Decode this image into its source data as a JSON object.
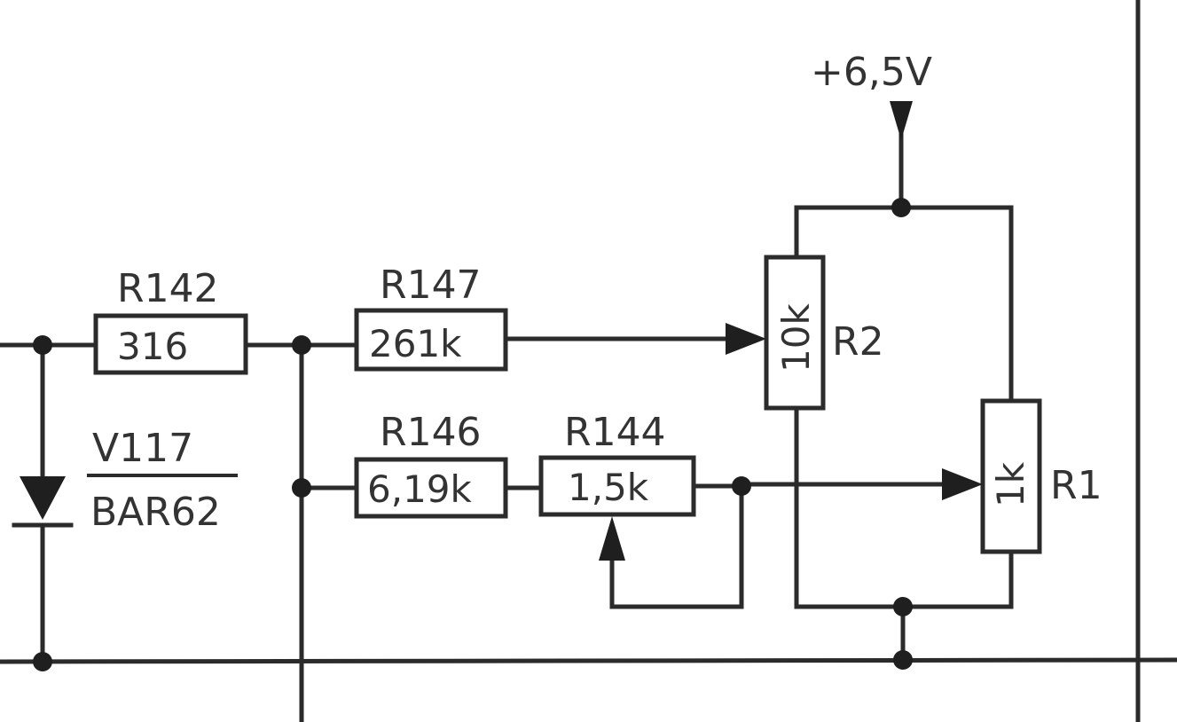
{
  "supply": {
    "label": "+6,5V"
  },
  "components": {
    "r142": {
      "ref": "R142",
      "value": "316"
    },
    "r147": {
      "ref": "R147",
      "value": "261k"
    },
    "r146": {
      "ref": "R146",
      "value": "6,19k"
    },
    "r144": {
      "ref": "R144",
      "value": "1,5k"
    },
    "r2": {
      "ref": "R2",
      "value": "10k"
    },
    "r1": {
      "ref": "R1",
      "value": "1k"
    },
    "v117": {
      "ref": "V117",
      "part": "BAR62"
    }
  },
  "colors": {
    "ink": "#2b2b2b",
    "paper": "#ffffff"
  }
}
